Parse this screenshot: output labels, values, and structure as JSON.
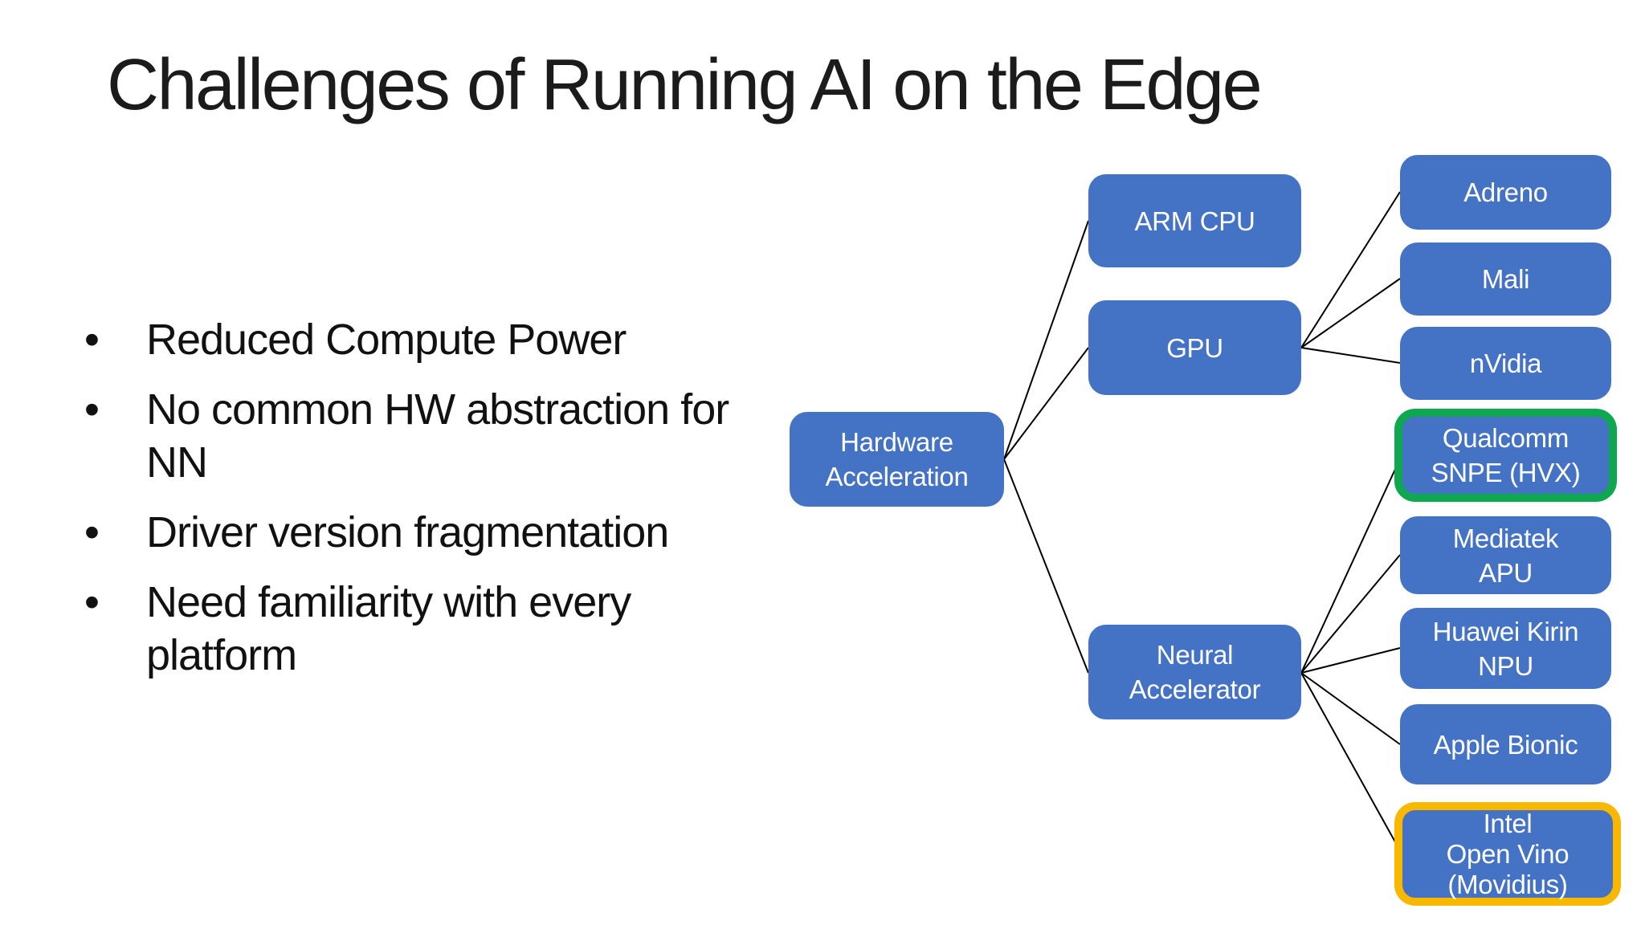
{
  "slide": {
    "title": "Challenges of Running AI on the Edge",
    "bullets": [
      "Reduced Compute Power",
      "No common HW abstraction for NN",
      "Driver version fragmentation",
      "Need familiarity with every platform"
    ]
  },
  "diagram": {
    "colors": {
      "node_fill": "#4472C4",
      "node_text": "#FFFFFF",
      "connector": "#000000",
      "highlight_green": "#0FA750",
      "highlight_gold": "#F8B800"
    },
    "nodes": [
      {
        "id": "hardware-acceleration",
        "label": "Hardware\nAcceleration",
        "highlight": null
      },
      {
        "id": "arm-cpu",
        "label": "ARM CPU",
        "highlight": null
      },
      {
        "id": "gpu",
        "label": "GPU",
        "highlight": null
      },
      {
        "id": "neural-accelerator",
        "label": "Neural\nAccelerator",
        "highlight": null
      },
      {
        "id": "adreno",
        "label": "Adreno",
        "highlight": null
      },
      {
        "id": "mali",
        "label": "Mali",
        "highlight": null
      },
      {
        "id": "nvidia",
        "label": "nVidia",
        "highlight": null
      },
      {
        "id": "qualcomm-snpe",
        "label": "Qualcomm\nSNPE (HVX)",
        "highlight": "green"
      },
      {
        "id": "mediatek-apu",
        "label": "Mediatek\nAPU",
        "highlight": null
      },
      {
        "id": "huawei-kirin-npu",
        "label": "Huawei Kirin\nNPU",
        "highlight": null
      },
      {
        "id": "apple-bionic",
        "label": "Apple Bionic",
        "highlight": null
      },
      {
        "id": "intel-openvino",
        "label": "Intel\nOpen Vino\n(Movidius)",
        "highlight": "gold"
      }
    ],
    "edges": [
      [
        "hardware-acceleration",
        "arm-cpu"
      ],
      [
        "hardware-acceleration",
        "gpu"
      ],
      [
        "hardware-acceleration",
        "neural-accelerator"
      ],
      [
        "gpu",
        "adreno"
      ],
      [
        "gpu",
        "mali"
      ],
      [
        "gpu",
        "nvidia"
      ],
      [
        "neural-accelerator",
        "qualcomm-snpe"
      ],
      [
        "neural-accelerator",
        "mediatek-apu"
      ],
      [
        "neural-accelerator",
        "huawei-kirin-npu"
      ],
      [
        "neural-accelerator",
        "apple-bionic"
      ],
      [
        "neural-accelerator",
        "intel-openvino"
      ]
    ]
  }
}
